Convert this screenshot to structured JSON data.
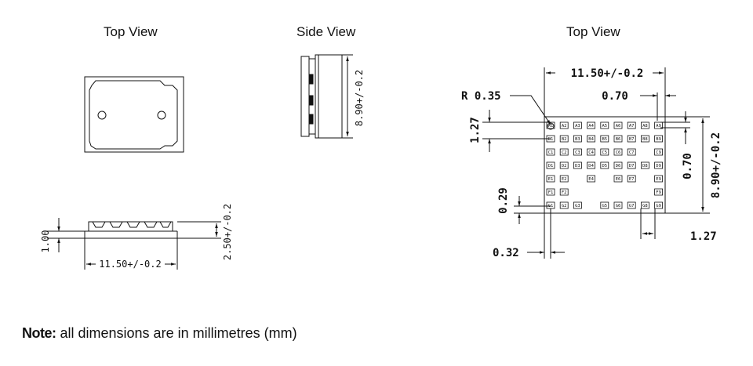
{
  "titles": {
    "top_view_left": "Top View",
    "side_view": "Side View",
    "top_view_right": "Top View"
  },
  "dimensions": {
    "side_view_height": "8.90+/-0.2",
    "left_bottom_width": "11.50+/-0.2",
    "left_bottom_total_height": "2.50+/-0.2",
    "left_bottom_base_height": "1.00",
    "right_width": "11.50+/-0.2",
    "right_radius": "R 0.35",
    "right_pad_pitch_x": "0.70",
    "right_row_spacing": "1.27",
    "right_height": "8.90+/-0.2",
    "right_pad_pitch_y": "0.70",
    "right_bottom_offset": "0.29",
    "right_left_offset": "0.32",
    "right_col_spacing": "1.27"
  },
  "pads": [
    [
      "A1",
      "A2",
      "A3",
      "A4",
      "A5",
      "A6",
      "A7",
      "A8",
      "A9"
    ],
    [
      "B1",
      "B2",
      "B3",
      "B4",
      "B5",
      "B6",
      "B7",
      "B8",
      "B9"
    ],
    [
      "C1",
      "C2",
      "C3",
      "C4",
      "C5",
      "C6",
      "C7",
      "",
      "C9"
    ],
    [
      "D1",
      "D2",
      "D3",
      "D4",
      "D5",
      "D6",
      "D7",
      "D8",
      "D9"
    ],
    [
      "E1",
      "E2",
      "",
      "E4",
      "",
      "E6",
      "E7",
      "",
      "E9"
    ],
    [
      "F1",
      "F2",
      "",
      "",
      "",
      "",
      "",
      "",
      "F9"
    ],
    [
      "G1",
      "G2",
      "G3",
      "",
      "G5",
      "G6",
      "G7",
      "G8",
      "G9"
    ]
  ],
  "note": {
    "label": "Note:",
    "text": " all dimensions are in millimetres (mm)"
  }
}
